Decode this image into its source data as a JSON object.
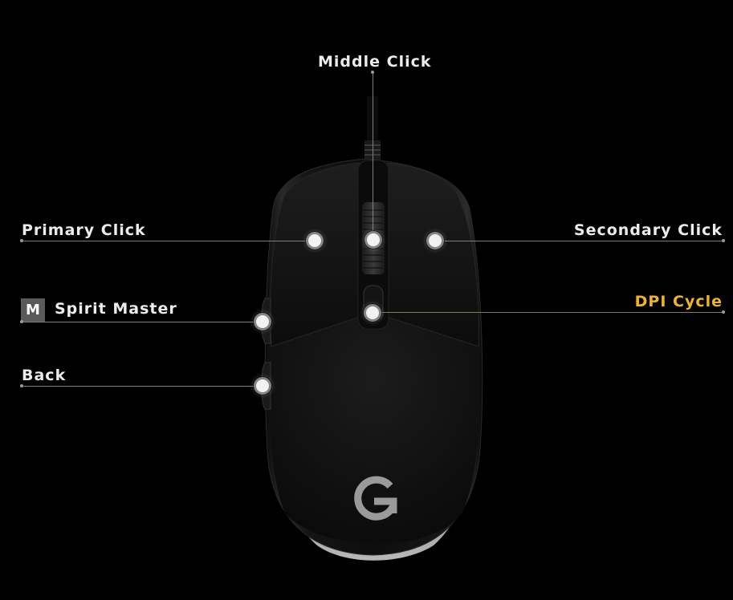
{
  "accent_color": "#f0b429",
  "mouse": {
    "logo_icon": "logitech-g-logo"
  },
  "buttons": {
    "middle_click": {
      "label": "Middle Click"
    },
    "primary_click": {
      "label": "Primary Click"
    },
    "secondary_click": {
      "label": "Secondary Click"
    },
    "spirit_master": {
      "label": "Spirit Master",
      "badge": "M"
    },
    "dpi_cycle": {
      "label": "DPI Cycle",
      "state": "active"
    },
    "back": {
      "label": "Back"
    }
  }
}
